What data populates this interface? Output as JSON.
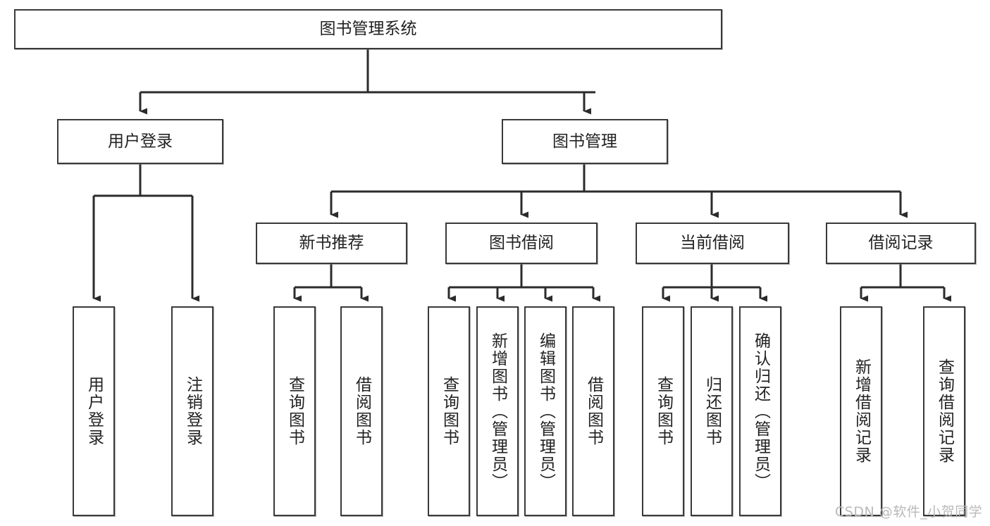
{
  "diagram": {
    "type": "tree-hierarchy",
    "title": "图书管理系统",
    "watermark": "CSDN @软件_小贺同学",
    "style": {
      "box_border_color": "#3a3a3a",
      "box_fill_color": "#ffffff",
      "text_color": "#222222",
      "edge_color": "#2b2b2b",
      "watermark_color": "#b9b9b9"
    },
    "nodes": {
      "root": {
        "label": "图书管理系统"
      },
      "level2": [
        {
          "id": "user-login",
          "label": "用户登录"
        },
        {
          "id": "book-management",
          "label": "图书管理"
        }
      ],
      "level3": [
        {
          "id": "new-book-recommend",
          "label": "新书推荐"
        },
        {
          "id": "book-borrow",
          "label": "图书借阅"
        },
        {
          "id": "current-borrow",
          "label": "当前借阅"
        },
        {
          "id": "borrow-record",
          "label": "借阅记录"
        }
      ],
      "leaves": {
        "user_login": [
          {
            "id": "leaf-user-login",
            "label": "用户登录"
          },
          {
            "id": "leaf-logout-login",
            "label": "注销登录"
          }
        ],
        "new_book_recommend": [
          {
            "id": "leaf-query-book-1",
            "label": "查询图书"
          },
          {
            "id": "leaf-borrow-book-1",
            "label": "借阅图书"
          }
        ],
        "book_borrow": [
          {
            "id": "leaf-query-book-2",
            "label": "查询图书"
          },
          {
            "id": "leaf-add-book",
            "label": "新增图书（管理员）"
          },
          {
            "id": "leaf-edit-book",
            "label": "编辑图书（管理员）"
          },
          {
            "id": "leaf-borrow-book-2",
            "label": "借阅图书"
          }
        ],
        "current_borrow": [
          {
            "id": "leaf-query-book-3",
            "label": "查询图书"
          },
          {
            "id": "leaf-return-book",
            "label": "归还图书"
          },
          {
            "id": "leaf-confirm-return",
            "label": "确认归还（管理员）"
          }
        ],
        "borrow_record": [
          {
            "id": "leaf-add-record",
            "label": "新增借阅记录"
          },
          {
            "id": "leaf-query-record",
            "label": "查询借阅记录"
          }
        ]
      }
    }
  }
}
